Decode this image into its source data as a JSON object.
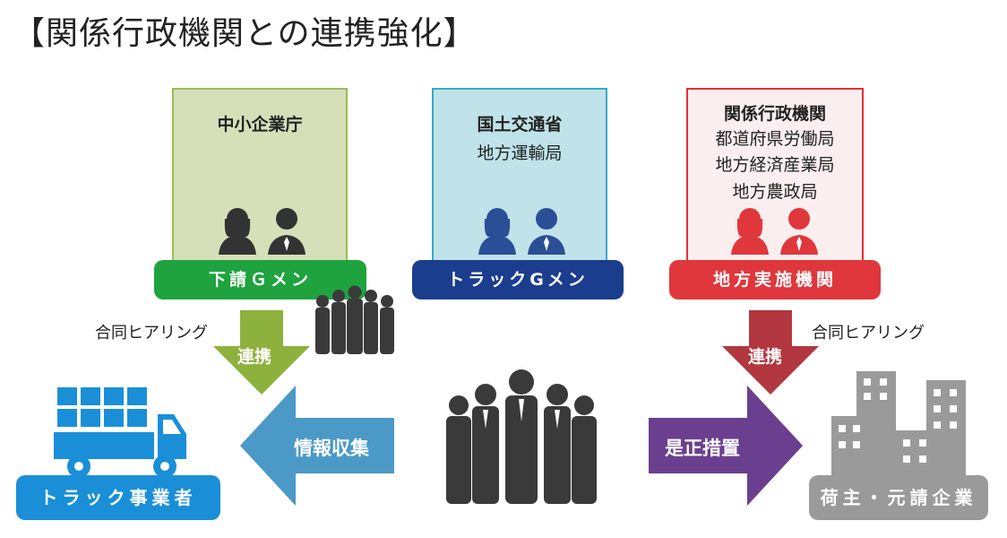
{
  "title": "【関係行政機関との連携強化】",
  "panels": [
    {
      "heading": "中小企業庁",
      "lines": [],
      "band": "下請Ｇメン",
      "border": "#9bbb59",
      "fill": "#d6dfb8",
      "band_color": "#1ea33f",
      "person_color": "#333333"
    },
    {
      "heading": "国土交通省",
      "lines": [
        "地方運輸局"
      ],
      "band": "トラックGメン",
      "border": "#39a9c9",
      "fill": "#bfe3e9",
      "band_color": "#1b3d8e",
      "person_color": "#2a4f96"
    },
    {
      "heading": "関係行政機関",
      "lines": [
        "都道府県労働局",
        "地方経済産業局",
        "地方農政局"
      ],
      "band": "地方実施機関",
      "border": "#e0323b",
      "fill": "#fbeeee",
      "band_color": "#e0373c",
      "person_color": "#e0373c"
    }
  ],
  "joint_hearing_left": "合同ヒアリング",
  "joint_hearing_right": "合同ヒアリング",
  "link_left": "連携",
  "link_right": "連携",
  "info_collection": "情報収集",
  "corrective_action": "是正措置",
  "truck_operator": "トラック事業者",
  "shipper": "荷主・元請企業",
  "colors": {
    "truck": "#1a8fd8",
    "building": "#9a9a9a",
    "crowd": "#3a3a3a",
    "arrow_blue": "#4a99c6",
    "arrow_purple": "#6a3f8f",
    "arrow_green": "#8db13d",
    "arrow_red": "#b2373f"
  }
}
